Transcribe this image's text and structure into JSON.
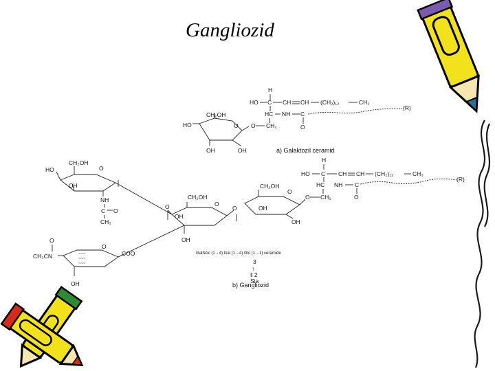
{
  "title": "Gangliozid",
  "labels": {
    "H": "H",
    "HO": "HO",
    "C": "C",
    "CH": "CH",
    "CH2OH": "CH₂OH",
    "CH2": "CH₂",
    "CH3": "CH₃",
    "OH": "OH",
    "O": "O",
    "NH": "NH",
    "HC": "HC",
    "R": "(R)",
    "chain12": "(CH₂)₁₂",
    "CH3CN": "CH₃CN",
    "COO": "COO",
    "num3": "3",
    "arrow": "↑",
    "num2": "‖ 2",
    "sia": "Sia"
  },
  "captions": {
    "galactosyl": "a) Galaktozil ceramid",
    "ganglioside": "b) Gangliozid",
    "sequence": "GalNAc (1→4) Gal (1→4) Glc (1→1) ceramide"
  },
  "colors": {
    "ink": "#111111",
    "pencil_yellow": "#f2e21c",
    "pencil_red": "#d42b1e",
    "pencil_green": "#2f8a34",
    "pencil_purple": "#7a5bb0"
  },
  "icons": [
    "pencil-icon",
    "crossed-pencils-icon"
  ]
}
